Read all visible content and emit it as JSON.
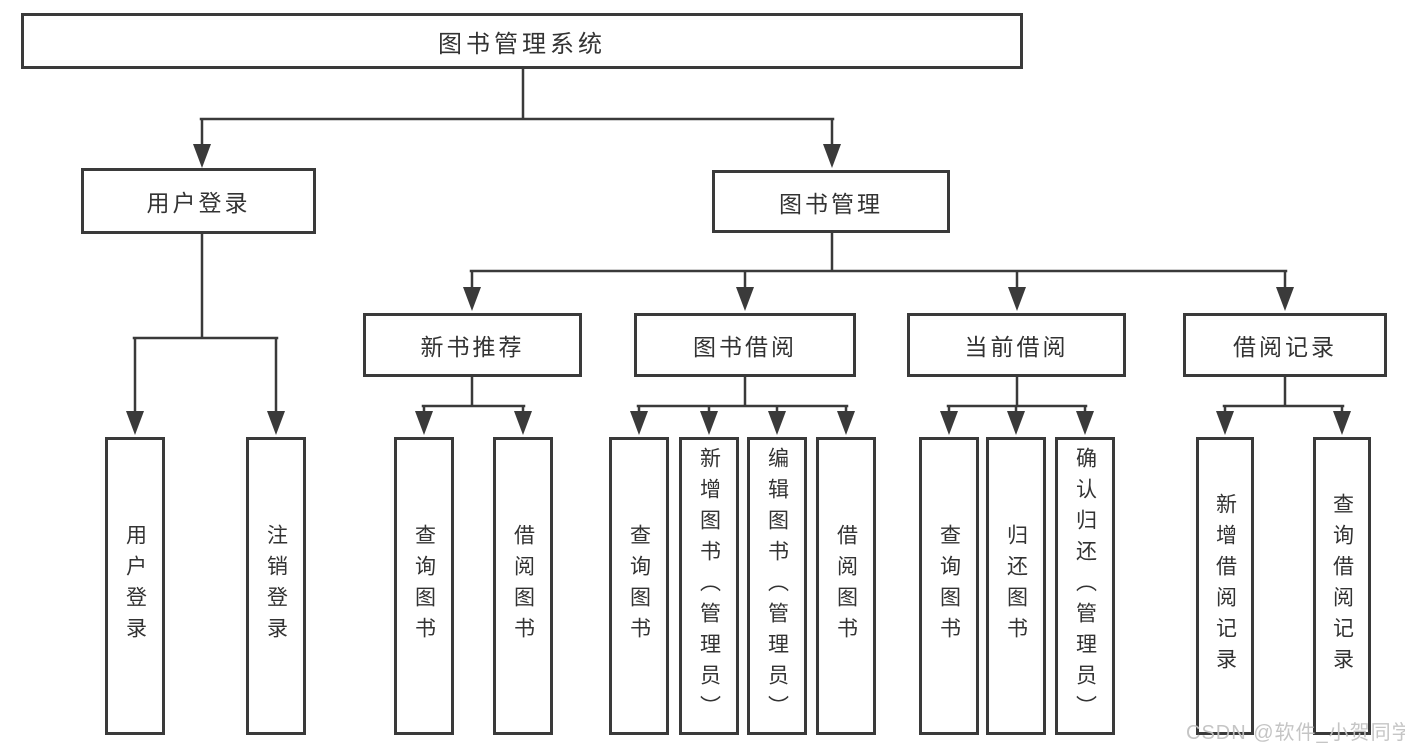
{
  "colors": {
    "background": "#ffffff",
    "line": "#3a3a3a",
    "box_border": "#3a3a3a",
    "text": "#333333",
    "watermark": "#c2c2c2"
  },
  "watermark": {
    "text": "CSDN @软件_小贺同学"
  },
  "tree": {
    "root": {
      "label": "图书管理系统"
    },
    "branches": [
      {
        "label": "用户登录",
        "children": [
          {
            "label": "用户登录"
          },
          {
            "label": "注销登录"
          }
        ]
      },
      {
        "label": "图书管理",
        "children": [
          {
            "label": "新书推荐",
            "children": [
              {
                "label": "查询图书"
              },
              {
                "label": "借阅图书"
              }
            ]
          },
          {
            "label": "图书借阅",
            "children": [
              {
                "label": "查询图书"
              },
              {
                "label": "新增图书（管理员）"
              },
              {
                "label": "编辑图书（管理员）"
              },
              {
                "label": "借阅图书"
              }
            ]
          },
          {
            "label": "当前借阅",
            "children": [
              {
                "label": "查询图书"
              },
              {
                "label": "归还图书"
              },
              {
                "label": "确认归还（管理员）"
              }
            ]
          },
          {
            "label": "借阅记录",
            "children": [
              {
                "label": "新增借阅记录"
              },
              {
                "label": "查询借阅记录"
              }
            ]
          }
        ]
      }
    ]
  }
}
